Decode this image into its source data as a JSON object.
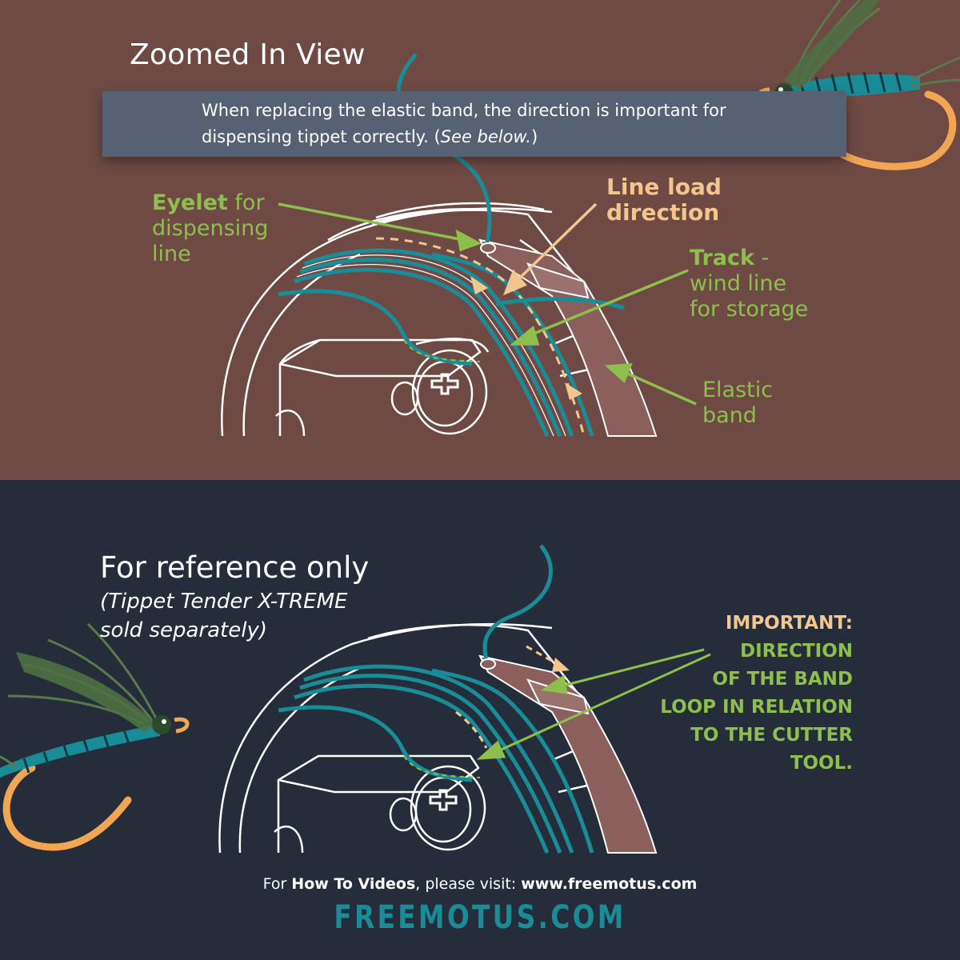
{
  "zoomed": {
    "title": "Zoomed In View",
    "banner_text_main": "When replacing the elastic band, the direction is important for dispensing tippet correctly. (",
    "banner_text_italic": "See below.",
    "banner_text_end": ")",
    "labels": {
      "eyelet_bold": "Eyelet",
      "eyelet_rest": " for",
      "eyelet_line2": "dispensing",
      "eyelet_line3": "line",
      "lineload_line1": "Line load",
      "lineload_line2": "direction",
      "track_bold": "Track",
      "track_rest": " -",
      "track_line2": "wind line",
      "track_line3": "for storage",
      "elastic_line1": "Elastic",
      "elastic_line2": "band"
    }
  },
  "reference": {
    "title": "For reference only",
    "subtitle_line1": "(Tippet Tender X-TREME",
    "subtitle_line2": "sold separately)",
    "important_heading": "IMPORTANT:",
    "important_body": "DIRECTION\nOF THE BAND\nLOOP IN RELATION\nTO THE CUTTER\nTOOL."
  },
  "footer": {
    "prefix": "For ",
    "bold1": "How To Videos",
    "middle": ", please visit: ",
    "url": "www.freemotus.com",
    "brand": "FREEMOTUS.COM"
  },
  "colors": {
    "top_background": "#6f4a45",
    "bottom_background": "#252d3b",
    "banner": "#566273",
    "label_green": "#8ebf4d",
    "label_orange": "#f3c690",
    "line_teal": "#1a8c97",
    "band_brown": "#8a5f5c"
  },
  "icons": [
    "fly-lure-icon",
    "spool-illustration",
    "arrow-icon"
  ]
}
